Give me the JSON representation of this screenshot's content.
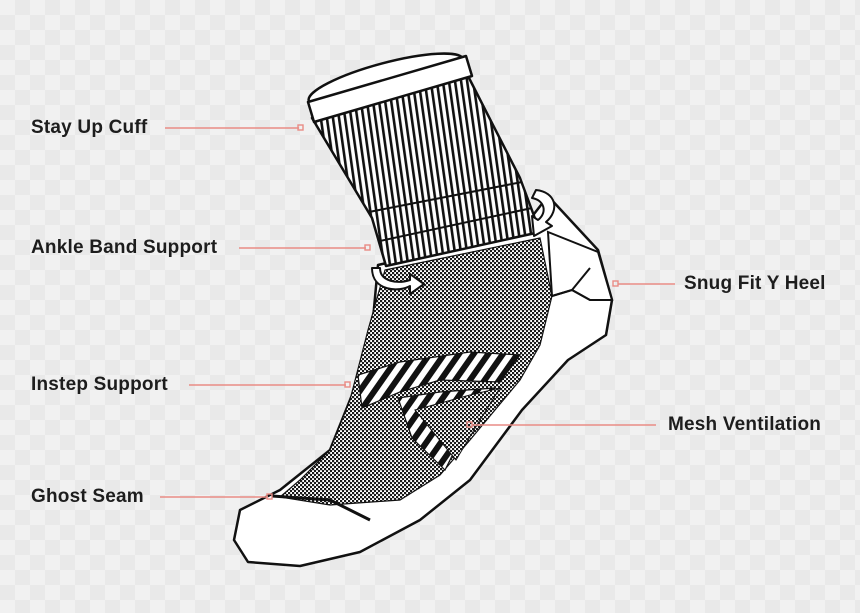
{
  "callouts": {
    "cuff": "Stay Up Cuff",
    "ankle": "Ankle Band Support",
    "instep": "Instep Support",
    "ghost": "Ghost Seam",
    "heel": "Snug Fit Y Heel",
    "mesh": "Mesh Ventilation"
  },
  "colors": {
    "leader_line": "#e98c85",
    "outline": "#111111",
    "sock_fill": "#ffffff",
    "mesh_fill": "#444444",
    "text": "#1d1d1d"
  }
}
